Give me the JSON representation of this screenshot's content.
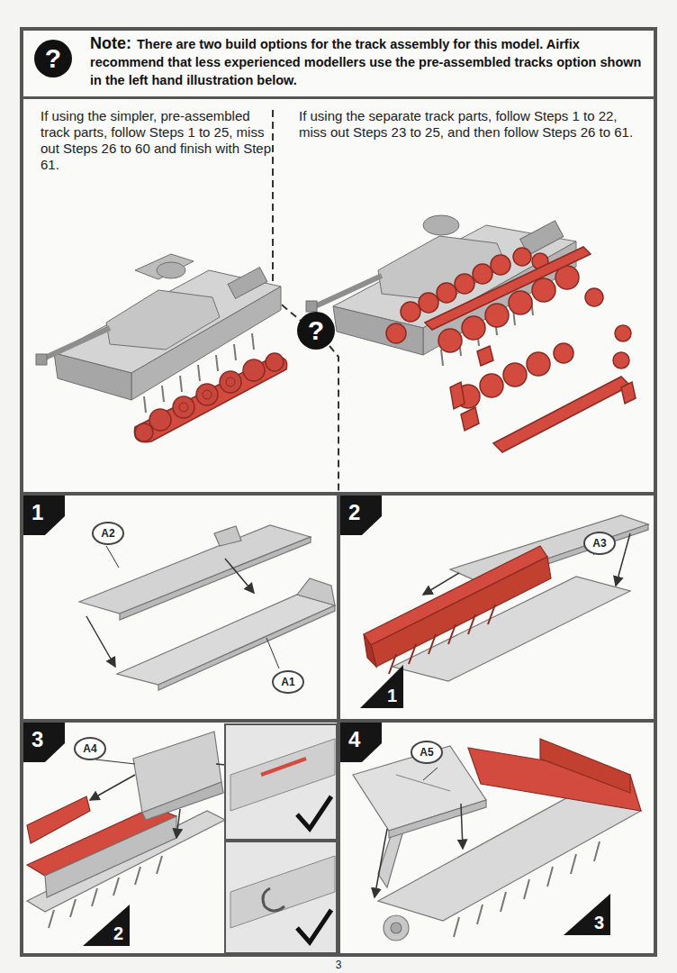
{
  "diagram": {
    "nodes": [
      {
        "text": [
          "Note:",
          "There are two build options for the track assembly for this model. Airfix recommend that less experienced modellers use the pre-assembled tracks option shown in the left hand illustration below."
        ]
      },
      {
        "text": [
          "?"
        ],
        "in": 0
      },
      {
        "text": [
          "?"
        ]
      },
      {
        "text": [
          "1"
        ]
      },
      {
        "text": [
          "A2"
        ],
        "in": 3
      },
      {
        "text": [
          "A1"
        ],
        "in": 3
      },
      {
        "text": [
          "2"
        ]
      },
      {
        "text": [
          "A3"
        ],
        "in": 6
      },
      {
        "text": [
          "1"
        ],
        "in": 6
      },
      {
        "text": [
          "3"
        ]
      },
      {
        "text": [
          "A4"
        ],
        "in": 9
      },
      {
        "text": [
          "2"
        ],
        "in": 9
      },
      {
        "text": [
          "4"
        ]
      },
      {
        "text": [
          "A5"
        ],
        "in": 12
      },
      {
        "text": [
          "3"
        ],
        "in": 12
      }
    ],
    "labels": [
      "If using the simpler, pre-assembled track parts, follow Steps 1 to 25, miss out Steps 26 to 60 and finish with Step 61.",
      "If using the separate track parts, follow Steps 1 to 22, miss out Steps 23 to 25, and then follow Steps 26 to 61.",
      "3"
    ]
  }
}
